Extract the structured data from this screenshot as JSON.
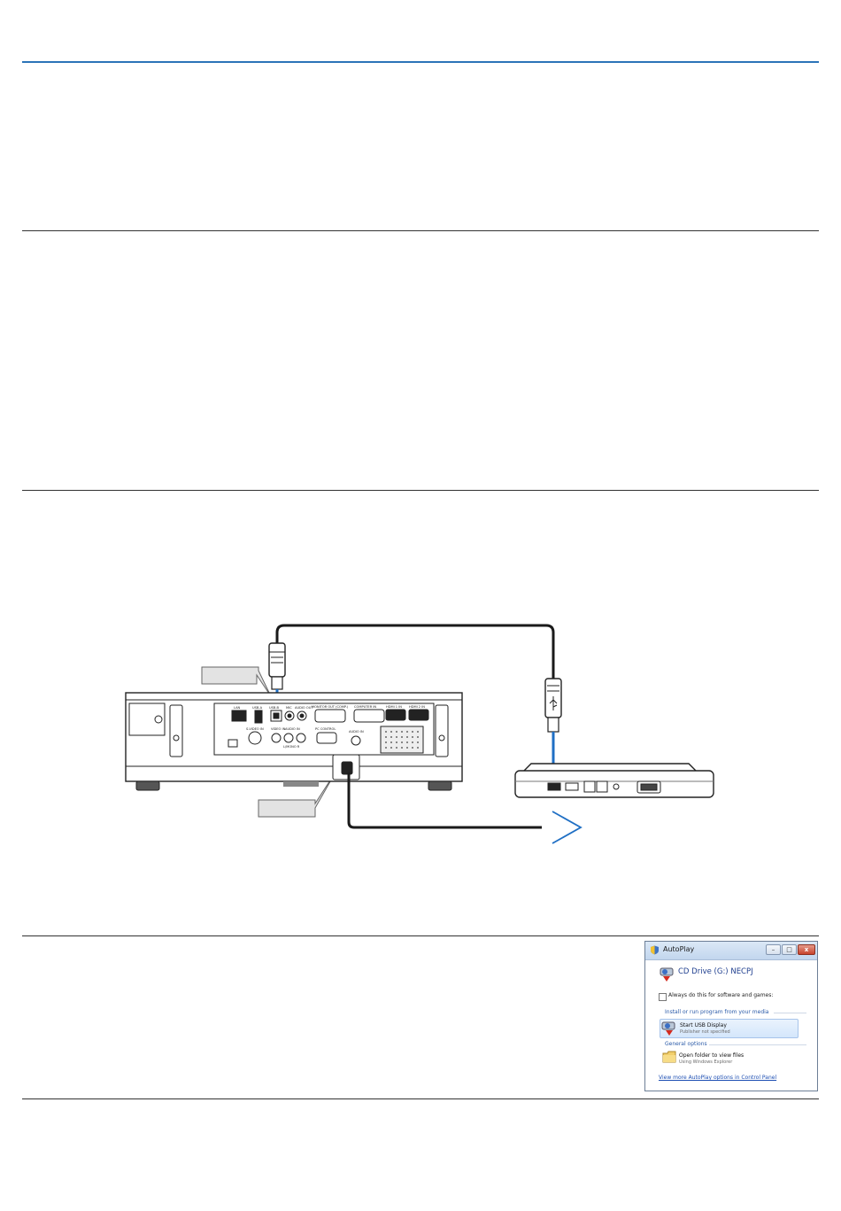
{
  "autoplay": {
    "title": "AutoPlay",
    "drive_label": "CD Drive (G:) NECPJ",
    "always_checkbox_label": "Always do this for software and games:",
    "section_install": "Install or run program from your media",
    "option_start": "Start USB Display",
    "option_start_sub": "Publisher not specified",
    "section_general": "General options",
    "option_open": "Open folder to view files",
    "option_open_sub": "Using Windows Explorer",
    "more_link": "View more AutoPlay options in Control Panel",
    "close_glyph": "x"
  },
  "projector_ports": {
    "lan": "LAN",
    "usb_a": "USB-A",
    "usb_b": "USB-B",
    "mic": "MIC",
    "audio_out": "AUDIO OUT",
    "monitor_out": "MONITOR OUT (COMP.)",
    "computer_in": "COMPUTER IN",
    "hdmi1": "HDMI 1 IN",
    "hdmi2": "HDMI 2 IN",
    "s_video": "S-VIDEO IN",
    "video_in": "VIDEO IN",
    "audio_in_l": "AUDIO IN",
    "audio_in_r": "L/MONO   R",
    "pc_control": "PC CONTROL",
    "audio_in": "AUDIO IN"
  },
  "colors": {
    "accent": "#2b74b8",
    "arrow": "#1f6fc4",
    "cable": "#1a1a1a",
    "callout_fill": "#e3e3e3"
  }
}
